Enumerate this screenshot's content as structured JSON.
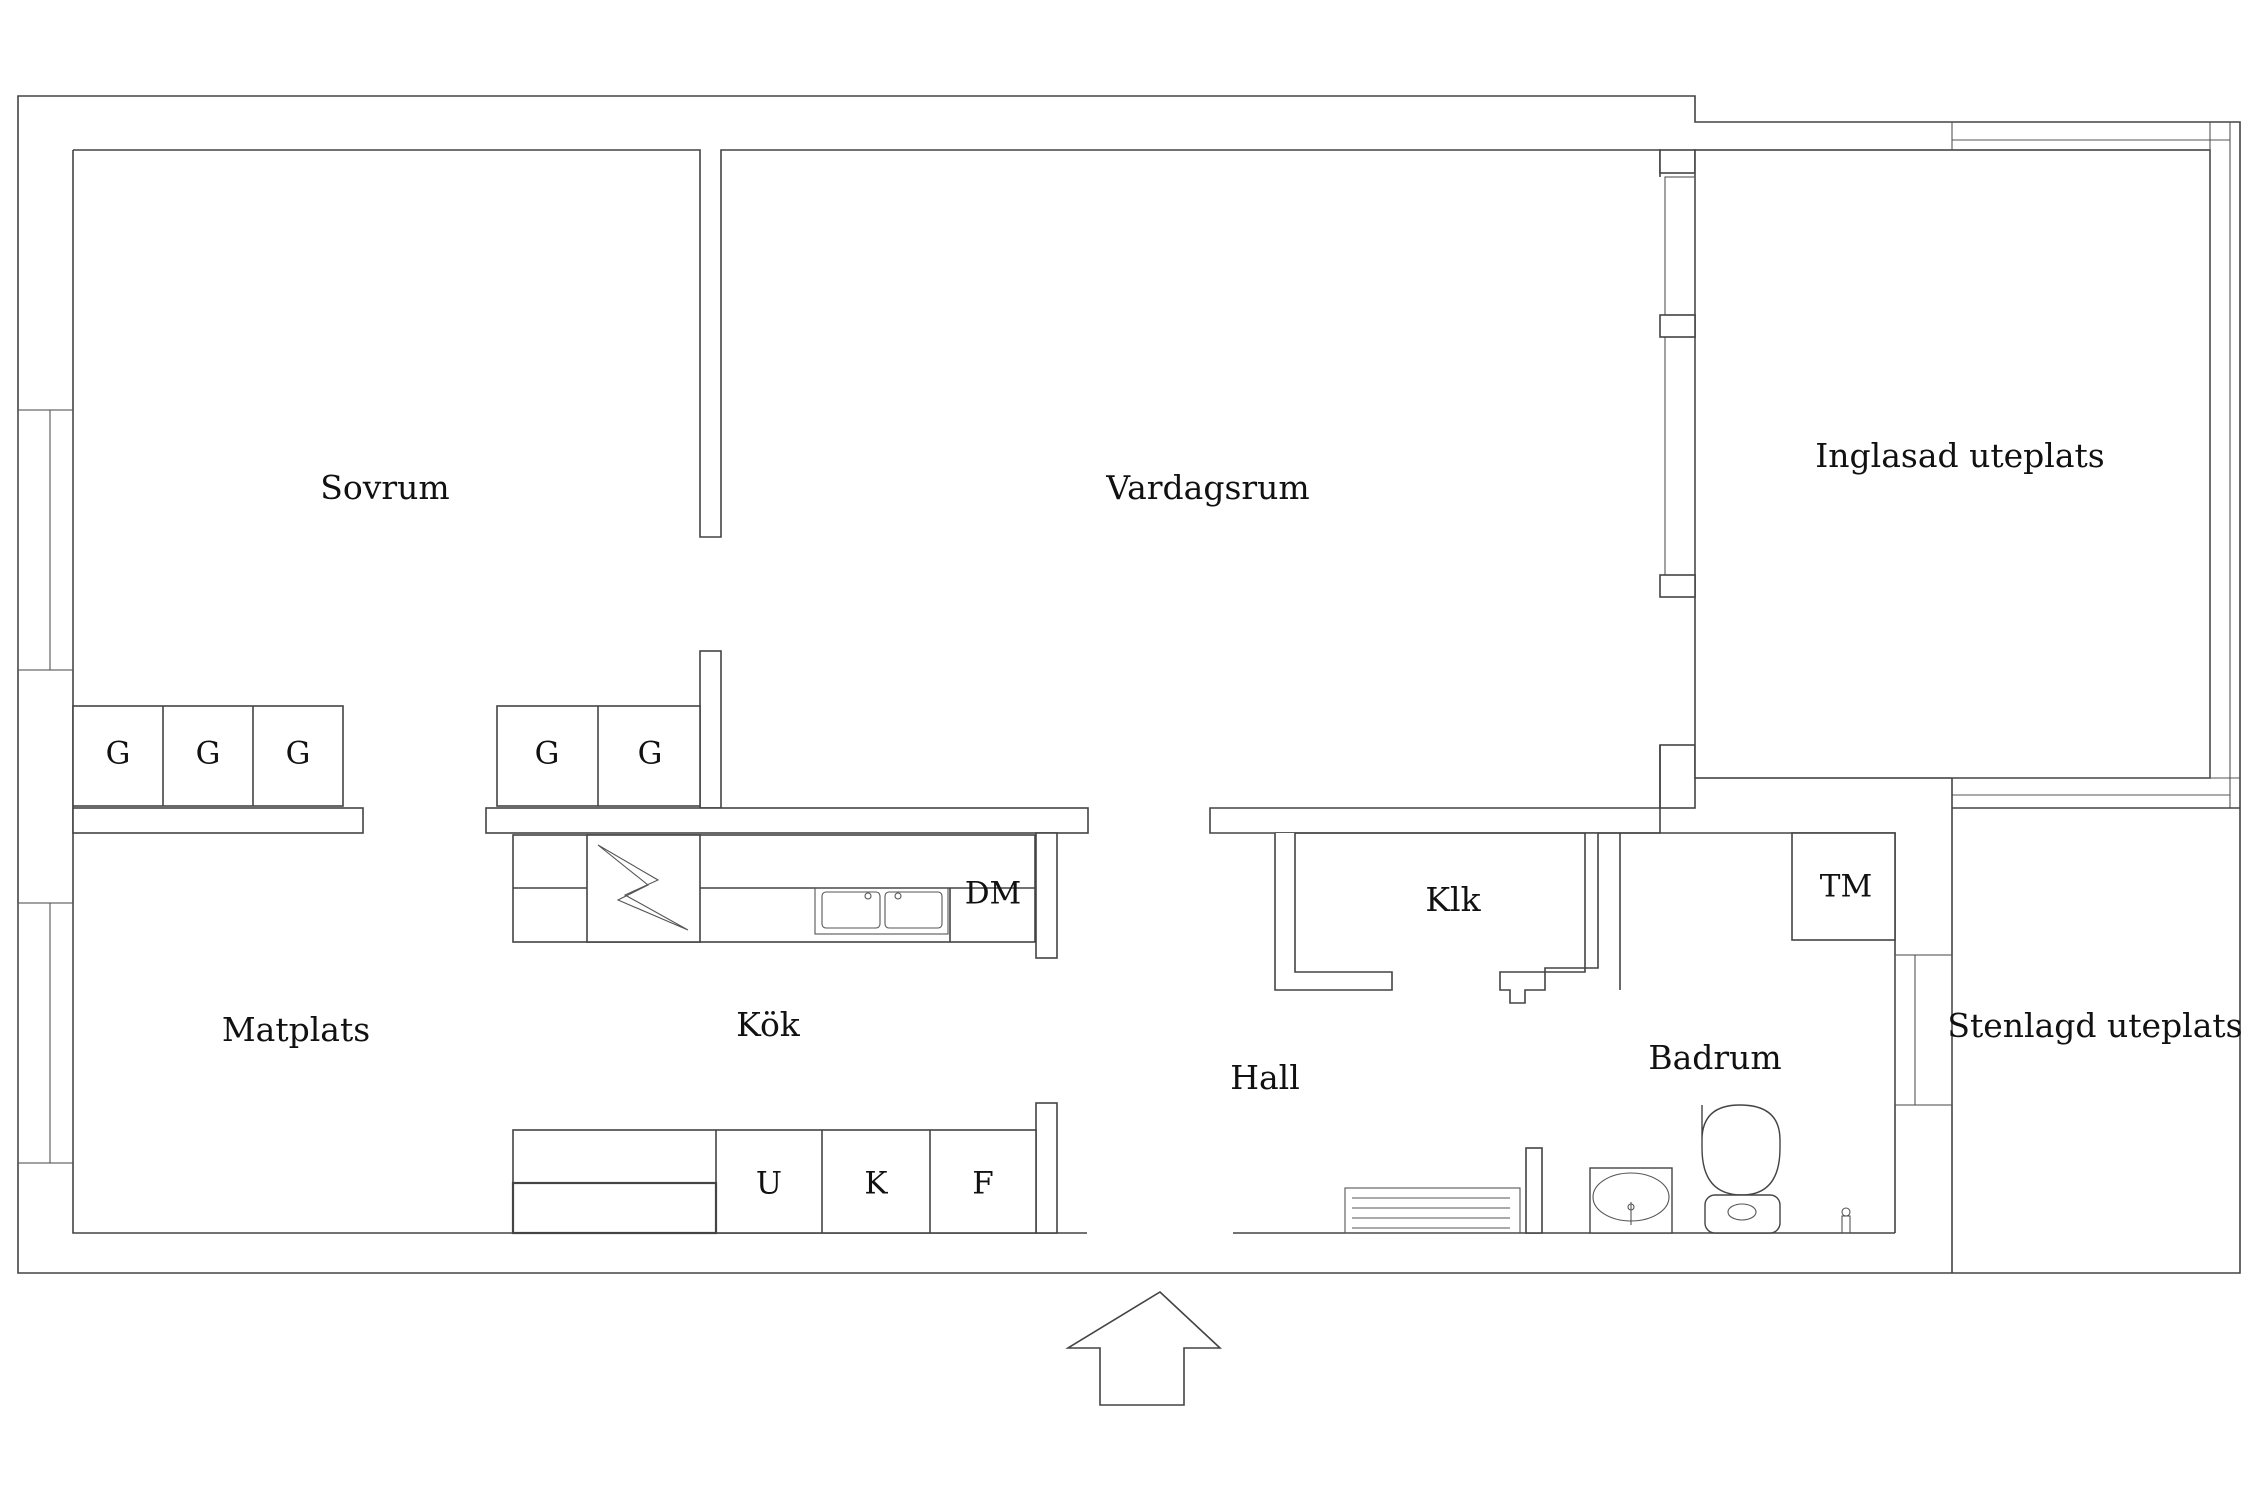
{
  "rooms": {
    "sovrum": "Sovrum",
    "vardagsrum": "Vardagsrum",
    "inglasad": "Inglasad uteplats",
    "matplats": "Matplats",
    "kok": "Kök",
    "hall": "Hall",
    "klk": "Klk",
    "badrum": "Badrum",
    "stenlagd": "Stenlagd uteplats"
  },
  "fixtures": {
    "wardrobe": "G",
    "dishwasher": "DM",
    "washing_machine": "TM",
    "oven": "U",
    "fridge": "K",
    "freezer": "F"
  },
  "colors": {
    "line": "#444444",
    "background": "#ffffff"
  }
}
